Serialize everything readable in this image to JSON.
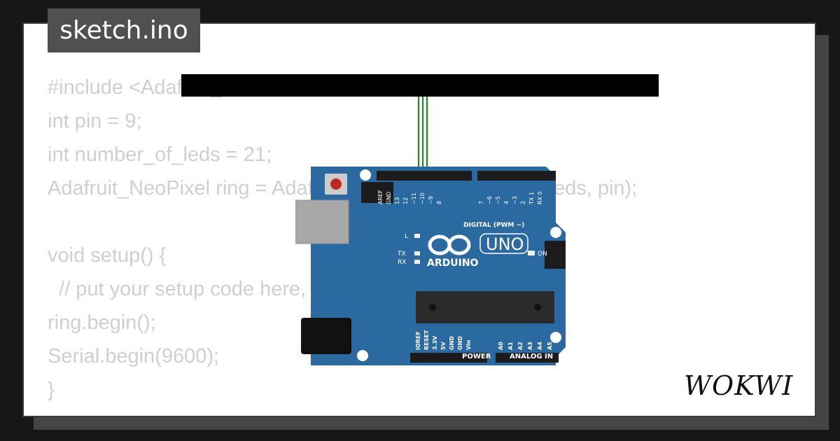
{
  "file_tab": {
    "label": "sketch.ino"
  },
  "code": {
    "lines": [
      "#include <Adafruit_NeoPixel.h>",
      "int pin = 9;",
      "int number_of_leds = 21;",
      "Adafruit_NeoPixel ring = Adafruit_NeoPixel(number_of_leds, pin);",
      "",
      "void setup() {",
      "  // put your setup code here, to run once:",
      "ring.begin();",
      "Serial.begin(9600);",
      "}"
    ]
  },
  "board": {
    "brand": "ARDUINO",
    "model": "UNO",
    "section_digital": "DIGITAL (PWM ~)",
    "section_power": "POWER",
    "section_analog": "ANALOG IN",
    "led_labels": {
      "l": "L",
      "tx": "TX",
      "rx": "RX",
      "on": "ON"
    },
    "digital_pins": [
      "AREF",
      "GND",
      "13",
      "12",
      "~11",
      "~10",
      "~9",
      "8",
      "7",
      "~6",
      "~5",
      "4",
      "~3",
      "2",
      "TX 1",
      "RX 0"
    ],
    "power_pins": [
      "IOREF",
      "RESET",
      "3.3V",
      "5V",
      "GND",
      "GND",
      "Vin"
    ],
    "analog_pins": [
      "A0",
      "A1",
      "A2",
      "A3",
      "A4",
      "A5"
    ]
  },
  "brand_logo": {
    "text": "WOKWI"
  },
  "colors": {
    "background": "#171717",
    "card": "#ffffff",
    "file_tab": "#505050",
    "code_text": "#cfcfcf",
    "board": "#2b6aa0",
    "wire": "#1e8a1e"
  }
}
